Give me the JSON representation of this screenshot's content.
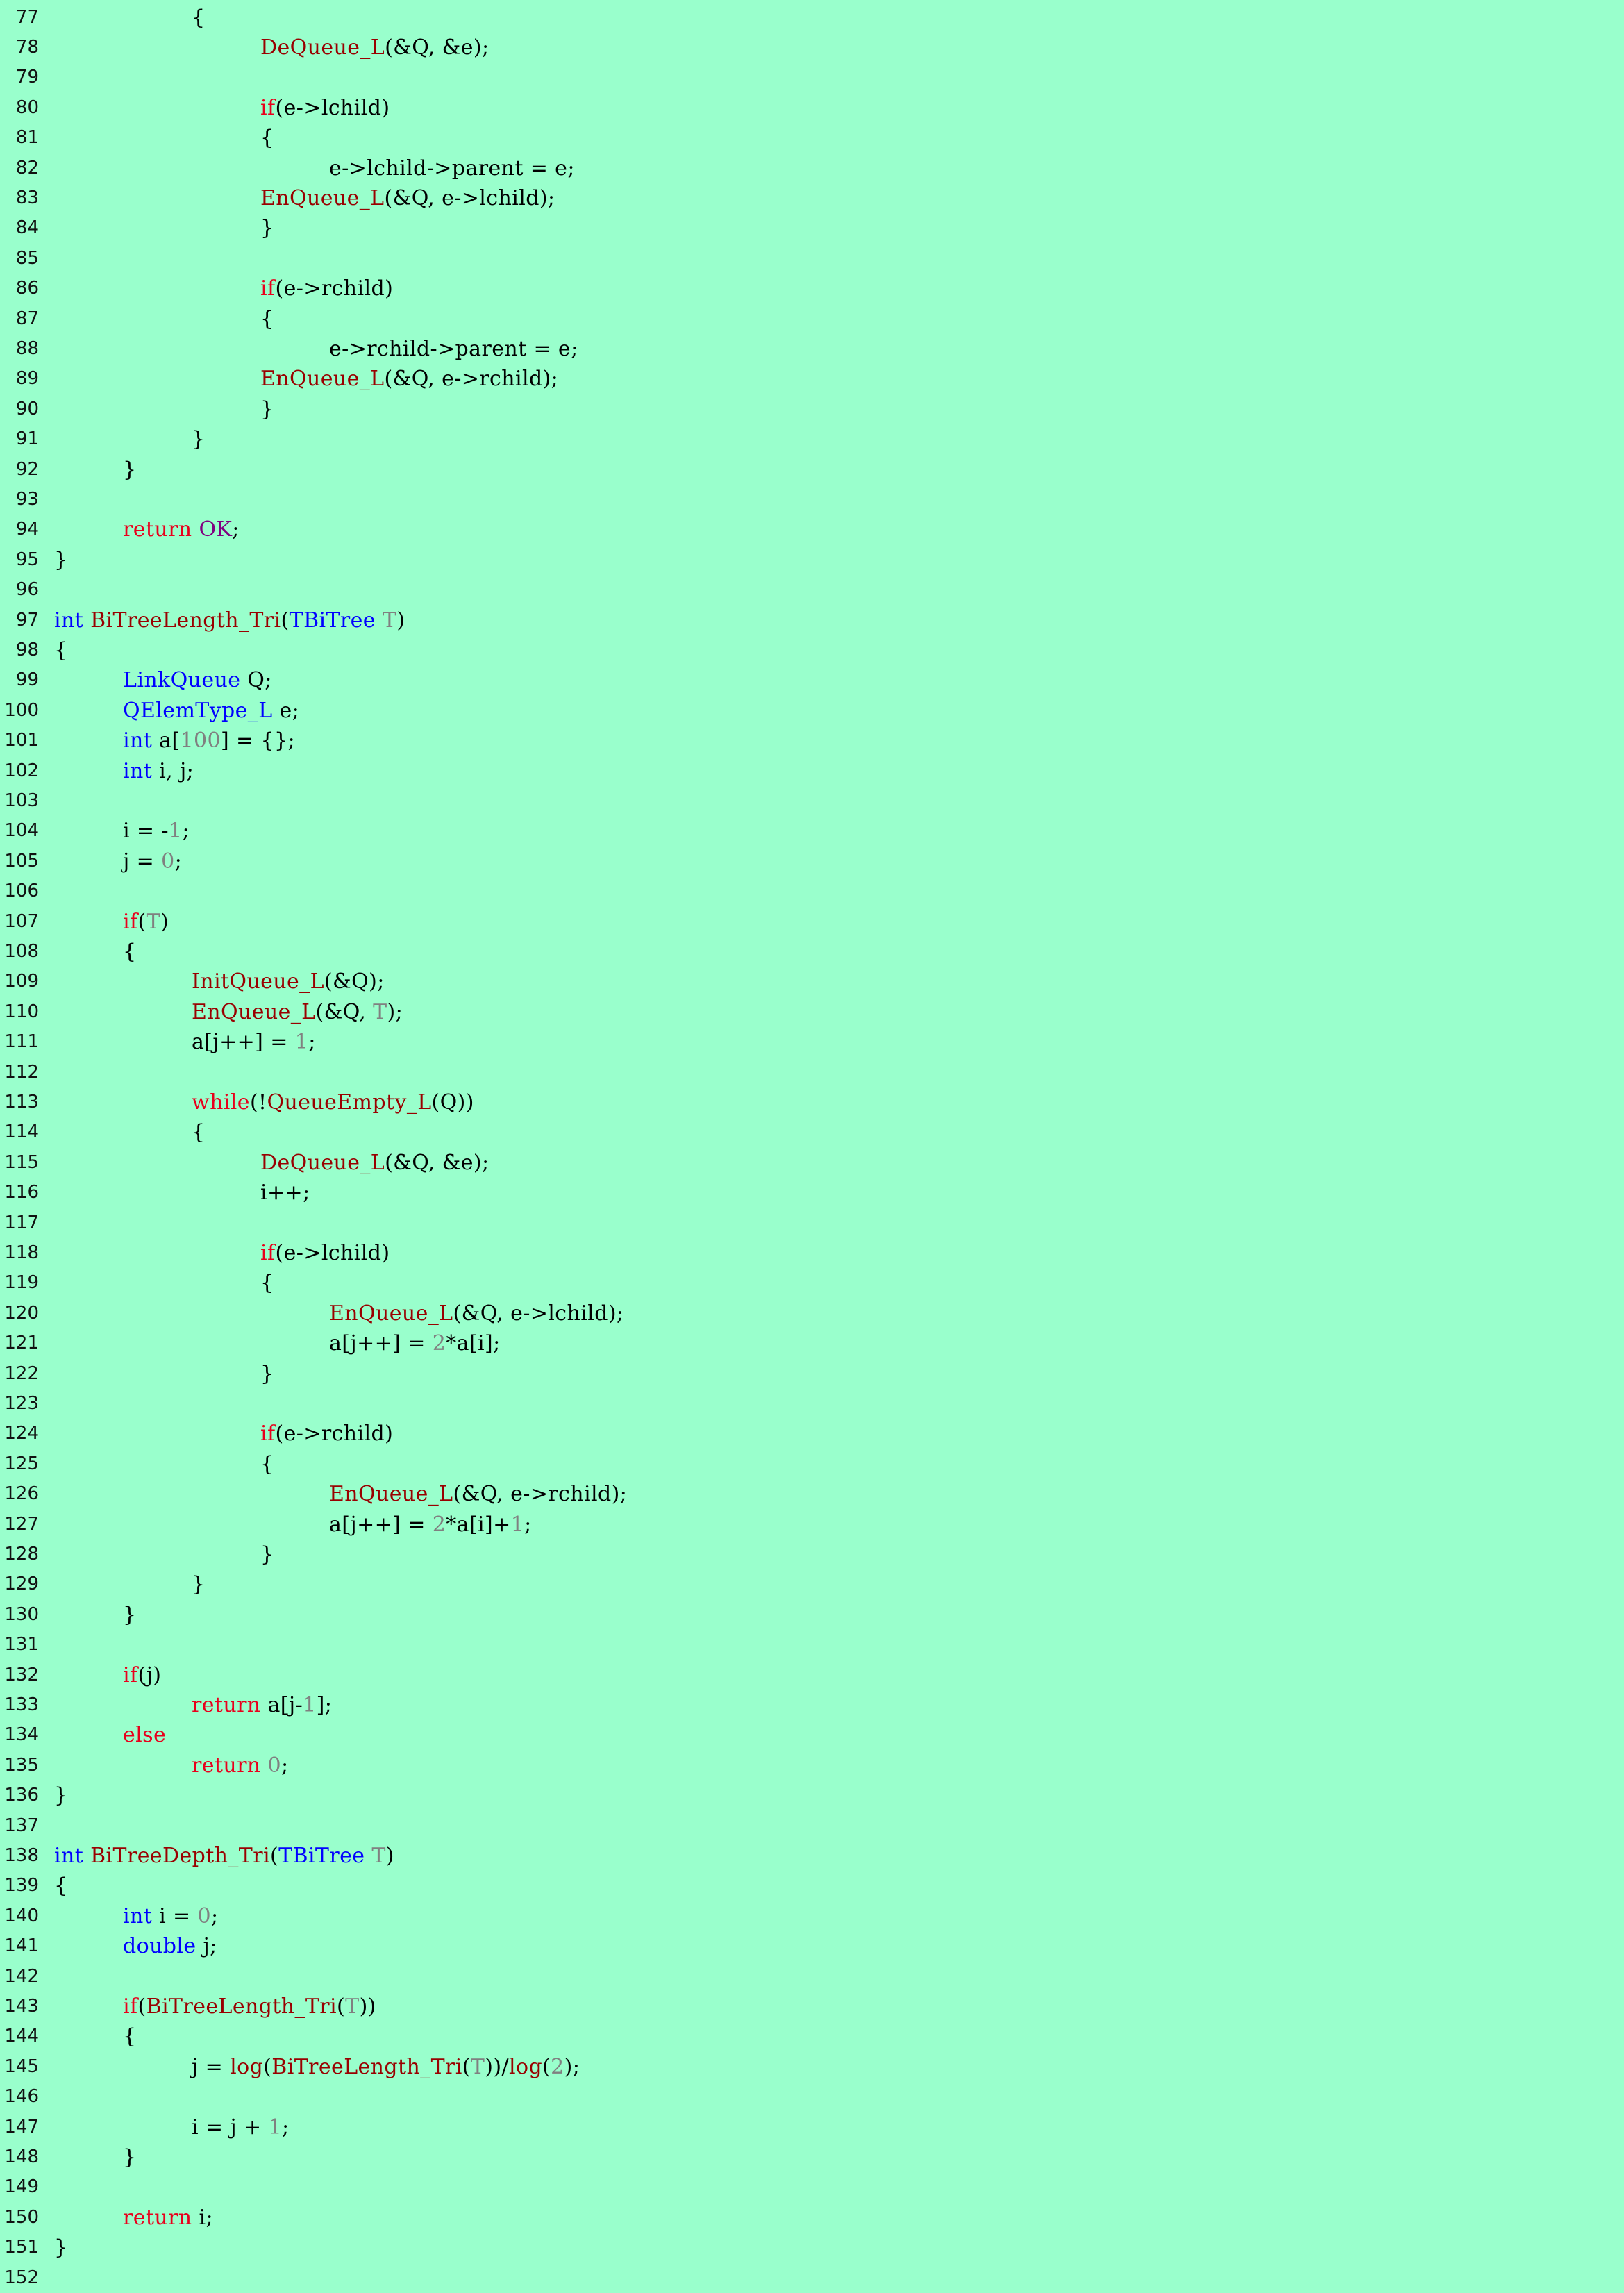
{
  "editor": {
    "background": "#99ffcc",
    "colors": {
      "plain": "#000000",
      "keyword": "#e8001c",
      "type": "#0000ff",
      "function": "#990000",
      "number": "#808080",
      "constant": "#800080",
      "line_number": "#111111"
    },
    "lines": [
      {
        "n": "77",
        "ind": 2,
        "t": [
          [
            "p",
            "{"
          ]
        ]
      },
      {
        "n": "78",
        "ind": 3,
        "t": [
          [
            "f",
            "DeQueue_L"
          ],
          [
            "p",
            "(&Q, &e);"
          ]
        ]
      },
      {
        "n": "79",
        "ind": 0,
        "t": []
      },
      {
        "n": "80",
        "ind": 3,
        "t": [
          [
            "k",
            "if"
          ],
          [
            "p",
            "(e->lchild)"
          ]
        ]
      },
      {
        "n": "81",
        "ind": 3,
        "t": [
          [
            "p",
            "{"
          ]
        ]
      },
      {
        "n": "82",
        "ind": 4,
        "t": [
          [
            "p",
            "e->lchild->parent = e;"
          ]
        ]
      },
      {
        "n": "83",
        "ind": 3,
        "t": [
          [
            "f",
            "EnQueue_L"
          ],
          [
            "p",
            "(&Q, e->lchild);"
          ]
        ]
      },
      {
        "n": "84",
        "ind": 3,
        "t": [
          [
            "p",
            "}"
          ]
        ]
      },
      {
        "n": "85",
        "ind": 0,
        "t": []
      },
      {
        "n": "86",
        "ind": 3,
        "t": [
          [
            "k",
            "if"
          ],
          [
            "p",
            "(e->rchild)"
          ]
        ]
      },
      {
        "n": "87",
        "ind": 3,
        "t": [
          [
            "p",
            "{"
          ]
        ]
      },
      {
        "n": "88",
        "ind": 4,
        "t": [
          [
            "p",
            "e->rchild->parent = e;"
          ]
        ]
      },
      {
        "n": "89",
        "ind": 3,
        "t": [
          [
            "f",
            "EnQueue_L"
          ],
          [
            "p",
            "(&Q, e->rchild);"
          ]
        ]
      },
      {
        "n": "90",
        "ind": 3,
        "t": [
          [
            "p",
            "}"
          ]
        ]
      },
      {
        "n": "91",
        "ind": 2,
        "t": [
          [
            "p",
            "}"
          ]
        ]
      },
      {
        "n": "92",
        "ind": 1,
        "t": [
          [
            "p",
            "}"
          ]
        ]
      },
      {
        "n": "93",
        "ind": 0,
        "t": []
      },
      {
        "n": "94",
        "ind": 1,
        "t": [
          [
            "k",
            "return"
          ],
          [
            "p",
            " "
          ],
          [
            "c",
            "OK"
          ],
          [
            "p",
            ";"
          ]
        ]
      },
      {
        "n": "95",
        "ind": 0,
        "t": [
          [
            "p",
            "}"
          ]
        ]
      },
      {
        "n": "96",
        "ind": 0,
        "t": []
      },
      {
        "n": "97",
        "ind": 0,
        "t": [
          [
            "y",
            "int"
          ],
          [
            "p",
            " "
          ],
          [
            "f",
            "BiTreeLength_Tri"
          ],
          [
            "p",
            "("
          ],
          [
            "y",
            "TBiTree"
          ],
          [
            "p",
            " "
          ],
          [
            "n",
            "T"
          ],
          [
            "p",
            ")"
          ]
        ]
      },
      {
        "n": "98",
        "ind": 0,
        "t": [
          [
            "p",
            "{"
          ]
        ]
      },
      {
        "n": "99",
        "ind": 1,
        "t": [
          [
            "y",
            "LinkQueue"
          ],
          [
            "p",
            " Q;"
          ]
        ]
      },
      {
        "n": "100",
        "ind": 1,
        "t": [
          [
            "y",
            "QElemType_L"
          ],
          [
            "p",
            " e;"
          ]
        ]
      },
      {
        "n": "101",
        "ind": 1,
        "t": [
          [
            "y",
            "int"
          ],
          [
            "p",
            " a["
          ],
          [
            "n",
            "100"
          ],
          [
            "p",
            "] = {};"
          ]
        ]
      },
      {
        "n": "102",
        "ind": 1,
        "t": [
          [
            "y",
            "int"
          ],
          [
            "p",
            " i, j;"
          ]
        ]
      },
      {
        "n": "103",
        "ind": 0,
        "t": []
      },
      {
        "n": "104",
        "ind": 1,
        "t": [
          [
            "p",
            "i = -"
          ],
          [
            "n",
            "1"
          ],
          [
            "p",
            ";"
          ]
        ]
      },
      {
        "n": "105",
        "ind": 1,
        "t": [
          [
            "p",
            "j = "
          ],
          [
            "n",
            "0"
          ],
          [
            "p",
            ";"
          ]
        ]
      },
      {
        "n": "106",
        "ind": 0,
        "t": []
      },
      {
        "n": "107",
        "ind": 1,
        "t": [
          [
            "k",
            "if"
          ],
          [
            "p",
            "("
          ],
          [
            "n",
            "T"
          ],
          [
            "p",
            ")"
          ]
        ]
      },
      {
        "n": "108",
        "ind": 1,
        "t": [
          [
            "p",
            "{"
          ]
        ]
      },
      {
        "n": "109",
        "ind": 2,
        "t": [
          [
            "f",
            "InitQueue_L"
          ],
          [
            "p",
            "(&Q);"
          ]
        ]
      },
      {
        "n": "110",
        "ind": 2,
        "t": [
          [
            "f",
            "EnQueue_L"
          ],
          [
            "p",
            "(&Q, "
          ],
          [
            "n",
            "T"
          ],
          [
            "p",
            ");"
          ]
        ]
      },
      {
        "n": "111",
        "ind": 2,
        "t": [
          [
            "p",
            "a[j++] = "
          ],
          [
            "n",
            "1"
          ],
          [
            "p",
            ";"
          ]
        ]
      },
      {
        "n": "112",
        "ind": 0,
        "t": []
      },
      {
        "n": "113",
        "ind": 2,
        "t": [
          [
            "k",
            "while"
          ],
          [
            "p",
            "(!"
          ],
          [
            "f",
            "QueueEmpty_L"
          ],
          [
            "p",
            "(Q))"
          ]
        ]
      },
      {
        "n": "114",
        "ind": 2,
        "t": [
          [
            "p",
            "{"
          ]
        ]
      },
      {
        "n": "115",
        "ind": 3,
        "t": [
          [
            "f",
            "DeQueue_L"
          ],
          [
            "p",
            "(&Q, &e);"
          ]
        ]
      },
      {
        "n": "116",
        "ind": 3,
        "t": [
          [
            "p",
            "i++;"
          ]
        ]
      },
      {
        "n": "117",
        "ind": 0,
        "t": []
      },
      {
        "n": "118",
        "ind": 3,
        "t": [
          [
            "k",
            "if"
          ],
          [
            "p",
            "(e->lchild)"
          ]
        ]
      },
      {
        "n": "119",
        "ind": 3,
        "t": [
          [
            "p",
            "{"
          ]
        ]
      },
      {
        "n": "120",
        "ind": 4,
        "t": [
          [
            "f",
            "EnQueue_L"
          ],
          [
            "p",
            "(&Q, e->lchild);"
          ]
        ]
      },
      {
        "n": "121",
        "ind": 4,
        "t": [
          [
            "p",
            "a[j++] = "
          ],
          [
            "n",
            "2"
          ],
          [
            "p",
            "*a[i];"
          ]
        ]
      },
      {
        "n": "122",
        "ind": 3,
        "t": [
          [
            "p",
            "}"
          ]
        ]
      },
      {
        "n": "123",
        "ind": 0,
        "t": []
      },
      {
        "n": "124",
        "ind": 3,
        "t": [
          [
            "k",
            "if"
          ],
          [
            "p",
            "(e->rchild)"
          ]
        ]
      },
      {
        "n": "125",
        "ind": 3,
        "t": [
          [
            "p",
            "{"
          ]
        ]
      },
      {
        "n": "126",
        "ind": 4,
        "t": [
          [
            "f",
            "EnQueue_L"
          ],
          [
            "p",
            "(&Q, e->rchild);"
          ]
        ]
      },
      {
        "n": "127",
        "ind": 4,
        "t": [
          [
            "p",
            "a[j++] = "
          ],
          [
            "n",
            "2"
          ],
          [
            "p",
            "*a[i]+"
          ],
          [
            "n",
            "1"
          ],
          [
            "p",
            ";"
          ]
        ]
      },
      {
        "n": "128",
        "ind": 3,
        "t": [
          [
            "p",
            "}"
          ]
        ]
      },
      {
        "n": "129",
        "ind": 2,
        "t": [
          [
            "p",
            "}"
          ]
        ]
      },
      {
        "n": "130",
        "ind": 1,
        "t": [
          [
            "p",
            "}"
          ]
        ]
      },
      {
        "n": "131",
        "ind": 0,
        "t": []
      },
      {
        "n": "132",
        "ind": 1,
        "t": [
          [
            "k",
            "if"
          ],
          [
            "p",
            "(j)"
          ]
        ]
      },
      {
        "n": "133",
        "ind": 2,
        "t": [
          [
            "k",
            "return"
          ],
          [
            "p",
            " a[j-"
          ],
          [
            "n",
            "1"
          ],
          [
            "p",
            "];"
          ]
        ]
      },
      {
        "n": "134",
        "ind": 1,
        "t": [
          [
            "k",
            "else"
          ]
        ]
      },
      {
        "n": "135",
        "ind": 2,
        "t": [
          [
            "k",
            "return"
          ],
          [
            "p",
            " "
          ],
          [
            "n",
            "0"
          ],
          [
            "p",
            ";"
          ]
        ]
      },
      {
        "n": "136",
        "ind": 0,
        "t": [
          [
            "p",
            "}"
          ]
        ]
      },
      {
        "n": "137",
        "ind": 0,
        "t": []
      },
      {
        "n": "138",
        "ind": 0,
        "t": [
          [
            "y",
            "int"
          ],
          [
            "p",
            " "
          ],
          [
            "f",
            "BiTreeDepth_Tri"
          ],
          [
            "p",
            "("
          ],
          [
            "y",
            "TBiTree"
          ],
          [
            "p",
            " "
          ],
          [
            "n",
            "T"
          ],
          [
            "p",
            ")"
          ]
        ]
      },
      {
        "n": "139",
        "ind": 0,
        "t": [
          [
            "p",
            "{"
          ]
        ]
      },
      {
        "n": "140",
        "ind": 1,
        "t": [
          [
            "y",
            "int"
          ],
          [
            "p",
            " i = "
          ],
          [
            "n",
            "0"
          ],
          [
            "p",
            ";"
          ]
        ]
      },
      {
        "n": "141",
        "ind": 1,
        "t": [
          [
            "y",
            "double"
          ],
          [
            "p",
            " j;"
          ]
        ]
      },
      {
        "n": "142",
        "ind": 0,
        "t": []
      },
      {
        "n": "143",
        "ind": 1,
        "t": [
          [
            "k",
            "if"
          ],
          [
            "p",
            "("
          ],
          [
            "f",
            "BiTreeLength_Tri"
          ],
          [
            "p",
            "("
          ],
          [
            "n",
            "T"
          ],
          [
            "p",
            "))"
          ]
        ]
      },
      {
        "n": "144",
        "ind": 1,
        "t": [
          [
            "p",
            "{"
          ]
        ]
      },
      {
        "n": "145",
        "ind": 2,
        "t": [
          [
            "p",
            "j = "
          ],
          [
            "f",
            "log"
          ],
          [
            "p",
            "("
          ],
          [
            "f",
            "BiTreeLength_Tri"
          ],
          [
            "p",
            "("
          ],
          [
            "n",
            "T"
          ],
          [
            "p",
            "))/"
          ],
          [
            "f",
            "log"
          ],
          [
            "p",
            "("
          ],
          [
            "n",
            "2"
          ],
          [
            "p",
            ");"
          ]
        ]
      },
      {
        "n": "146",
        "ind": 0,
        "t": []
      },
      {
        "n": "147",
        "ind": 2,
        "t": [
          [
            "p",
            "i = j + "
          ],
          [
            "n",
            "1"
          ],
          [
            "p",
            ";"
          ]
        ]
      },
      {
        "n": "148",
        "ind": 1,
        "t": [
          [
            "p",
            "}"
          ]
        ]
      },
      {
        "n": "149",
        "ind": 0,
        "t": []
      },
      {
        "n": "150",
        "ind": 1,
        "t": [
          [
            "k",
            "return"
          ],
          [
            "p",
            " i;"
          ]
        ]
      },
      {
        "n": "151",
        "ind": 0,
        "t": [
          [
            "p",
            "}"
          ]
        ]
      },
      {
        "n": "152",
        "ind": 0,
        "t": []
      }
    ]
  }
}
